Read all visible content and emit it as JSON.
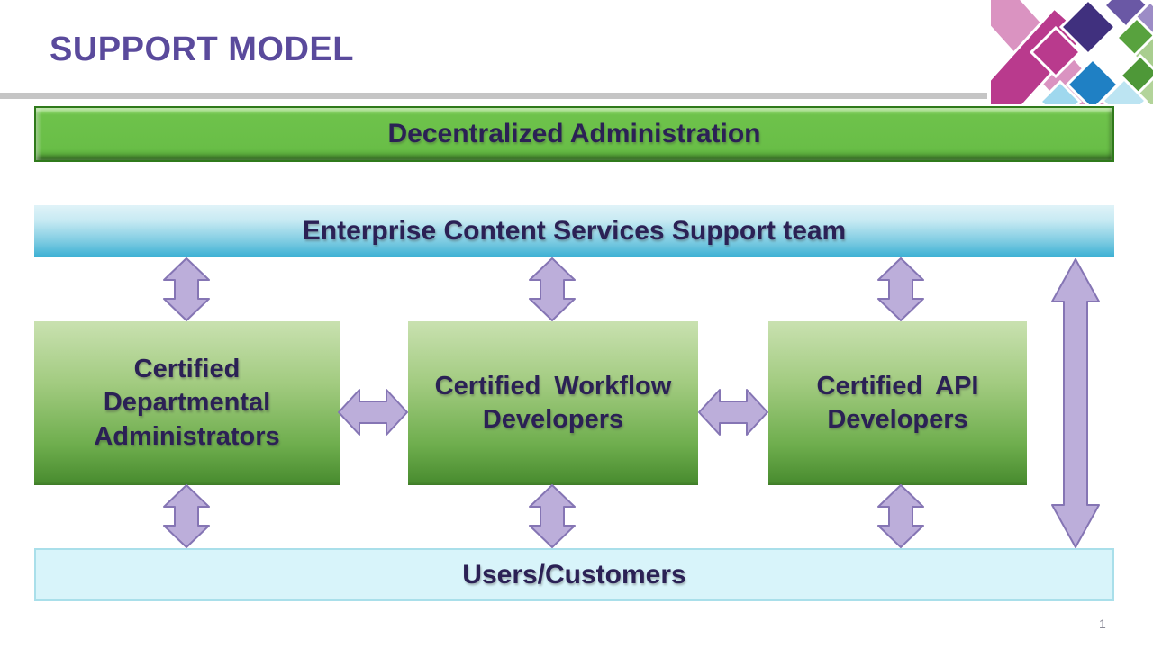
{
  "slide": {
    "title": "SUPPORT MODEL",
    "page_number": "1"
  },
  "diagram": {
    "top_banner": {
      "label": "Decentralized Administration"
    },
    "team_banner": {
      "label": "Enterprise Content Services Support team"
    },
    "boxes": [
      {
        "id": "certified-departmental-administrators",
        "label": "Certified Departmental Administrators",
        "lines": [
          "Certified",
          "Departmental",
          "Administrators"
        ]
      },
      {
        "id": "certified-workflow-developers",
        "label": "Certified Workflow Developers",
        "lines": [
          "Certified Workflow",
          "Developers"
        ]
      },
      {
        "id": "certified-api-developers",
        "label": "Certified API Developers",
        "lines": [
          "Certified API",
          "Developers"
        ]
      }
    ],
    "bottom_banner": {
      "label": "Users/Customers"
    }
  },
  "icons": {
    "logo": "diamond-lattice-brand-mark",
    "vertical_connector": "double-headed-vertical-arrow",
    "horizontal_connector": "double-headed-horizontal-arrow",
    "tall_connector": "double-headed-vertical-arrow-tall"
  },
  "colors": {
    "title": "#5A4A9C",
    "shape_text": "#2B2155",
    "banner_green": "#6CC24A",
    "banner_blue_top": "#DCF2F8",
    "banner_blue_bottom": "#3FB2D5",
    "box_green_top": "#C9E1AF",
    "box_green_bottom": "#4C8F31",
    "users_banner_fill": "#D8F4FA",
    "users_banner_border": "#A9DFEA",
    "arrow_fill": "#BCAEDA",
    "arrow_border": "#8575B4",
    "rule_gray": "#C5C5C5",
    "page_number": "#8A8A97"
  }
}
